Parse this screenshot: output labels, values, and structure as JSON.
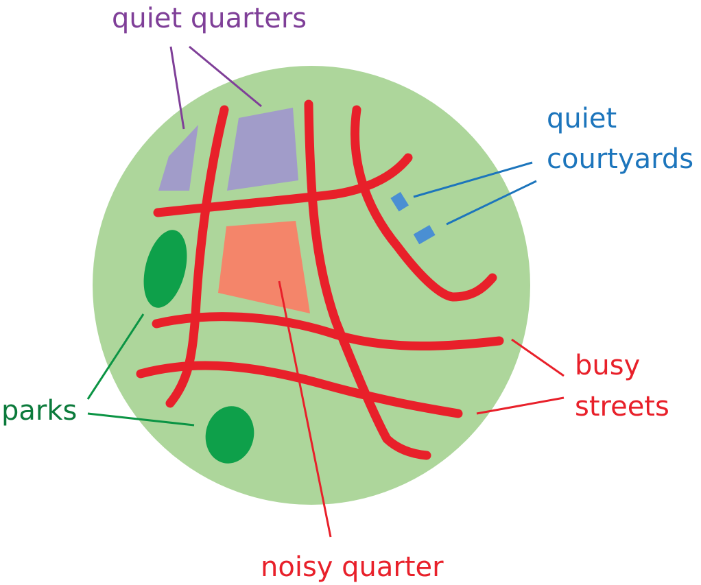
{
  "labels": {
    "quiet_quarters": "quiet quarters",
    "quiet_courtyards_line1": "quiet",
    "quiet_courtyards_line2": "courtyards",
    "busy_streets_line1": "busy",
    "busy_streets_line2": "streets",
    "parks": "parks",
    "noisy_quarter": "noisy quarter"
  },
  "colors": {
    "city_area": "#add69b",
    "quiet_quarter": "#a19cc9",
    "noisy_quarter": "#f4856a",
    "park": "#0ea04a",
    "courtyard": "#4a8fd3",
    "busy_street": "#e8202a",
    "label_purple": "#7f3f98",
    "label_blue": "#1c75bc",
    "label_red": "#e8202a",
    "label_green": "#0b7a3b"
  }
}
